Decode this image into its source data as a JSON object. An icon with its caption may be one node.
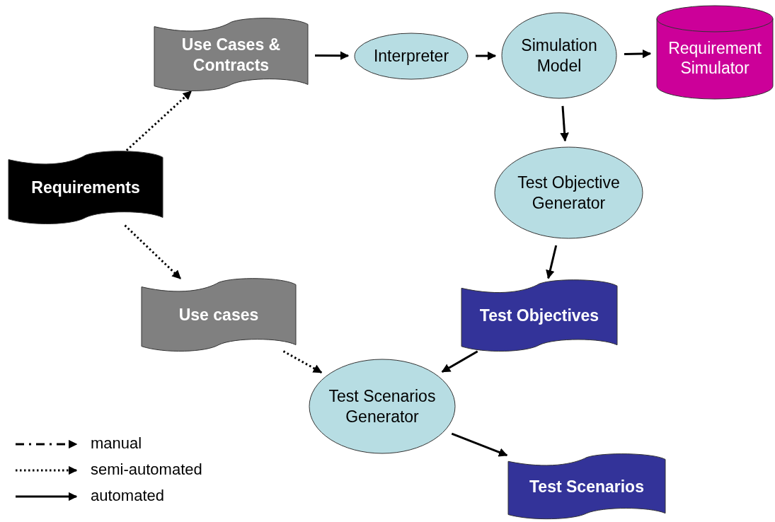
{
  "diagram": {
    "nodes": [
      {
        "text": [
          "Requirements"
        ]
      },
      {
        "text": [
          "Use Cases & Contracts"
        ]
      },
      {
        "text": [
          "Interpreter"
        ]
      },
      {
        "text": [
          "Simulation Model"
        ]
      },
      {
        "text": [
          "Requirement Simulator"
        ]
      },
      {
        "text": [
          "Test Objective Generator"
        ]
      },
      {
        "text": [
          "Use cases"
        ]
      },
      {
        "text": [
          "Test Objectives"
        ]
      },
      {
        "text": [
          "Test Scenarios Generator"
        ]
      },
      {
        "text": [
          "Test Scenarios"
        ]
      }
    ],
    "edges": [
      {
        "from": 0,
        "to": 1,
        "arrow": "to",
        "style": "dashed"
      },
      {
        "from": 0,
        "to": 6,
        "arrow": "to",
        "style": "dashed"
      },
      {
        "from": 1,
        "to": 2,
        "arrow": "to"
      },
      {
        "from": 2,
        "to": 3,
        "arrow": "to"
      },
      {
        "from": 3,
        "to": 4,
        "arrow": "to"
      },
      {
        "from": 3,
        "to": 5,
        "arrow": "to"
      },
      {
        "from": 5,
        "to": 7,
        "arrow": "to"
      },
      {
        "from": 6,
        "to": 8,
        "arrow": "to",
        "style": "dashed"
      },
      {
        "from": 7,
        "to": 8,
        "arrow": "to"
      },
      {
        "from": 8,
        "to": 9,
        "arrow": "to"
      }
    ],
    "legend": [
      {
        "text": "manual"
      },
      {
        "text": "semi-automated"
      },
      {
        "text": "automated"
      }
    ]
  }
}
